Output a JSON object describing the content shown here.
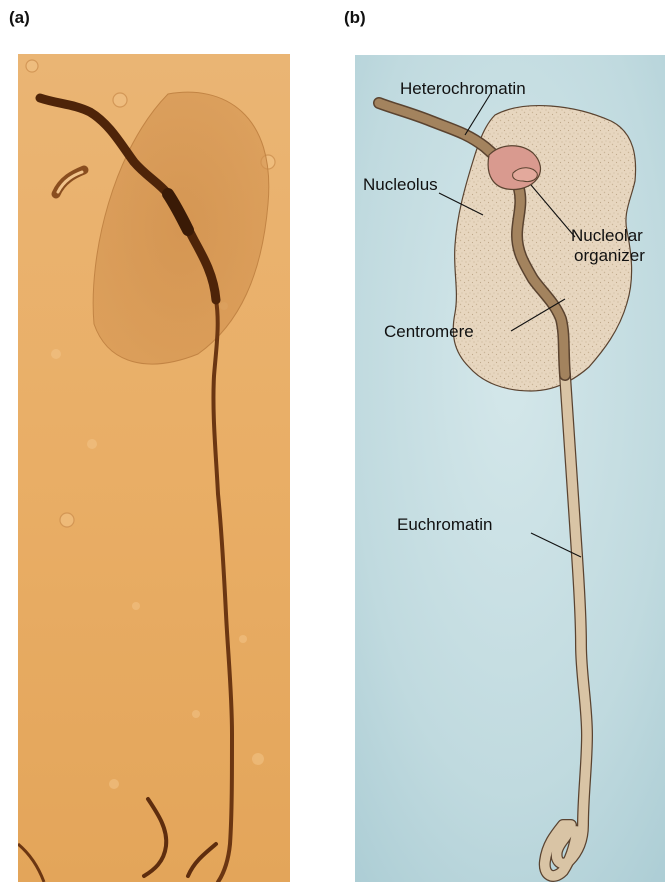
{
  "panels": {
    "a": {
      "label": "(a)"
    },
    "b": {
      "label": "(b)"
    }
  },
  "labels": {
    "heterochromatin": "Heterochromatin",
    "nucleolus": "Nucleolus",
    "nucleolar_organizer_line1": "Nucleolar",
    "nucleolar_organizer_line2": "organizer",
    "centromere": "Centromere",
    "euchromatin": "Euchromatin"
  },
  "colors": {
    "micrograph_background": "#e8ae66",
    "micrograph_chromosome": "#5a2e10",
    "diagram_background": "#bcd7dd",
    "nucleolus_fill": "#e6d4bc",
    "heterochromatin_fill": "#a3835e",
    "euchromatin_fill": "#d9c4a5",
    "organizer_fill": "#d99a8f"
  }
}
